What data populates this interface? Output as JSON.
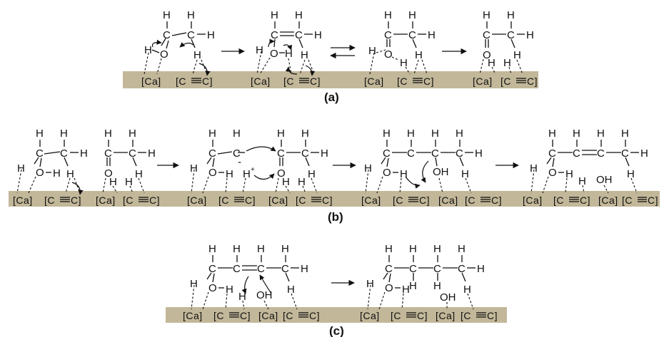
{
  "figure": {
    "panels": [
      "(a)",
      "(b)",
      "(c)"
    ],
    "atoms": {
      "carbon": "C",
      "hydrogen": "H",
      "oxygen": "O",
      "proton": "H",
      "charge": "+",
      "anion": "-",
      "hydroxyl": "OH"
    },
    "sites": {
      "calcium": "[Ca]",
      "acetylide_left": "[C",
      "acetylide_right": "C]"
    },
    "colors": {
      "surface": "#c2b799",
      "ink": "#111111"
    },
    "icons": [
      "reaction-arrow-icon",
      "equilibrium-arrow-icon",
      "curved-electron-arrow-icon"
    ]
  }
}
